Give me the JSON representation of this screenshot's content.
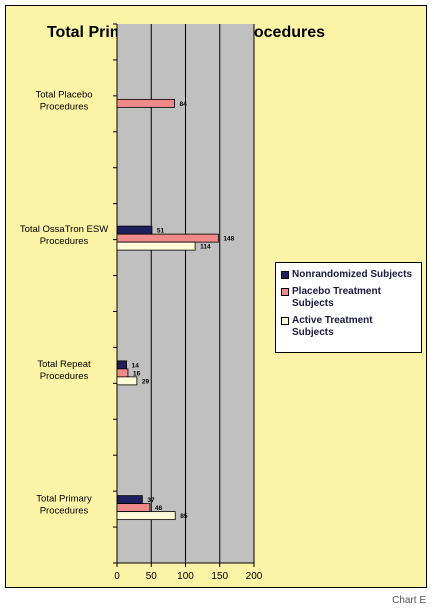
{
  "chart_data": {
    "type": "bar",
    "orientation": "horizontal",
    "title": "Total Primary vs. Repeat Procedures",
    "categories": [
      "Total Placebo Procedures",
      "Total OssaTron ESW Procedures",
      "Total Repeat Procedures",
      "Total Primary Procedures"
    ],
    "category_lines": [
      [
        "Total Placebo",
        "Procedures"
      ],
      [
        "Total OssaTron ESW",
        "Procedures"
      ],
      [
        "Total Repeat",
        "Procedures"
      ],
      [
        "Total Primary",
        "Procedures"
      ]
    ],
    "series": [
      {
        "name": "Nonrandomized Subjects",
        "color": "#1f1f5e",
        "values": [
          null,
          51,
          14,
          37
        ]
      },
      {
        "name": "Placebo Treatment Subjects",
        "color": "#f08a8a",
        "values": [
          84,
          148,
          16,
          48
        ]
      },
      {
        "name": "Active Treatment Subjects",
        "color": "#fffbd8",
        "values": [
          null,
          114,
          29,
          85
        ]
      }
    ],
    "xlim": [
      0,
      200
    ],
    "xticks": [
      "0",
      "50",
      "100",
      "150",
      "200"
    ],
    "grid": true,
    "plot_background": "#c0c0c0",
    "legend_position": "right"
  },
  "legend_lines": [
    [
      "Nonrandomized Subjects"
    ],
    [
      "Placebo Treatment",
      "Subjects"
    ],
    [
      "Active Treatment Subjects"
    ]
  ],
  "footer_label": "Chart E"
}
